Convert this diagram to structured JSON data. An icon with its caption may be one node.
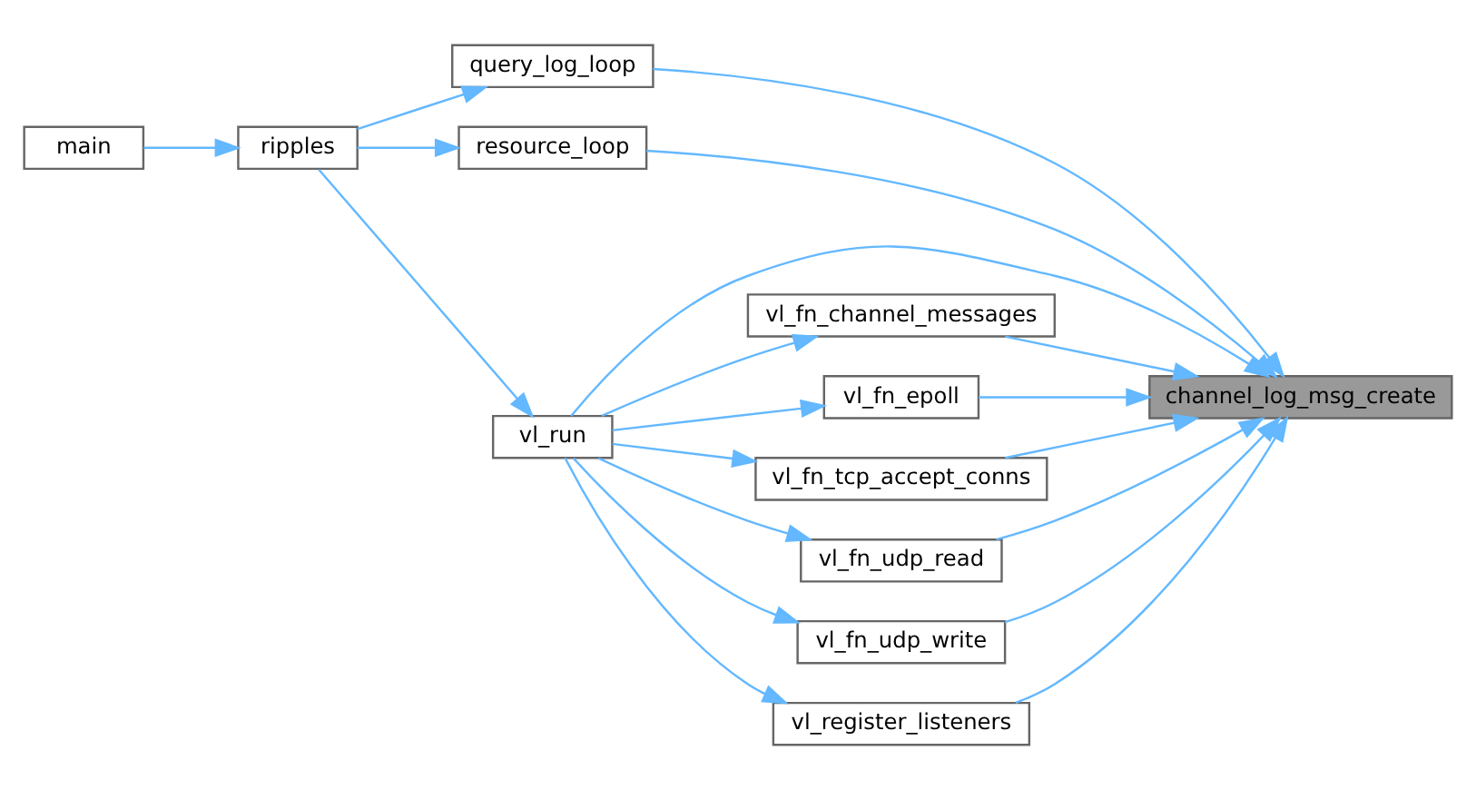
{
  "diagram": {
    "nodes": [
      {
        "text": [
          "channel_log_msg_create"
        ]
      },
      {
        "text": [
          "query_log_loop"
        ]
      },
      {
        "text": [
          "main"
        ]
      },
      {
        "text": [
          "ripples"
        ]
      },
      {
        "text": [
          "resource_loop"
        ]
      },
      {
        "text": [
          "vl_fn_channel_messages"
        ]
      },
      {
        "text": [
          "vl_run"
        ]
      },
      {
        "text": [
          "vl_fn_epoll"
        ]
      },
      {
        "text": [
          "vl_fn_tcp_accept_conns"
        ]
      },
      {
        "text": [
          "vl_fn_udp_read"
        ]
      },
      {
        "text": [
          "vl_fn_udp_write"
        ]
      },
      {
        "text": [
          "vl_register_listeners"
        ]
      }
    ],
    "edges": [
      {
        "from": 1,
        "to": 0,
        "arrow": "to"
      },
      {
        "from": 4,
        "to": 0,
        "arrow": "to"
      },
      {
        "from": 5,
        "to": 0,
        "arrow": "to"
      },
      {
        "from": 6,
        "to": 0,
        "arrow": "to"
      },
      {
        "from": 7,
        "to": 0,
        "arrow": "to"
      },
      {
        "from": 8,
        "to": 0,
        "arrow": "to"
      },
      {
        "from": 9,
        "to": 0,
        "arrow": "to"
      },
      {
        "from": 10,
        "to": 0,
        "arrow": "to"
      },
      {
        "from": 11,
        "to": 0,
        "arrow": "to"
      },
      {
        "from": 3,
        "to": 1,
        "arrow": "to"
      },
      {
        "from": 2,
        "to": 3,
        "arrow": "to"
      },
      {
        "from": 3,
        "to": 4,
        "arrow": "to"
      },
      {
        "from": 3,
        "to": 6,
        "arrow": "to"
      },
      {
        "from": 6,
        "to": 5,
        "arrow": "to"
      },
      {
        "from": 6,
        "to": 7,
        "arrow": "to"
      },
      {
        "from": 6,
        "to": 8,
        "arrow": "to"
      },
      {
        "from": 6,
        "to": 9,
        "arrow": "to"
      },
      {
        "from": 6,
        "to": 10,
        "arrow": "to"
      },
      {
        "from": 6,
        "to": 11,
        "arrow": "to"
      }
    ]
  }
}
